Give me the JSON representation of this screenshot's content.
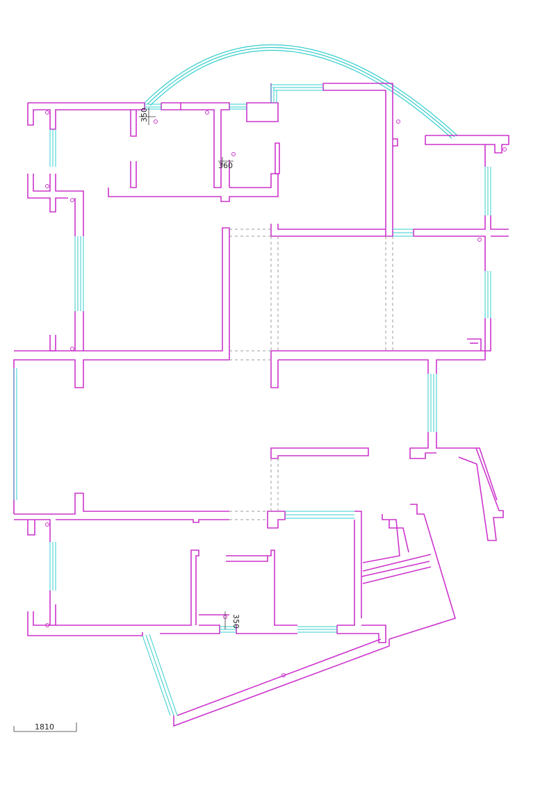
{
  "colors": {
    "wall": "#cc33cc",
    "window": "#33cccc",
    "dashed": "#999999",
    "text": "#222222",
    "background": "#ffffff"
  },
  "dimensions": {
    "scale_bar": "1810",
    "label_a": "350",
    "label_b": "360",
    "label_c": "350"
  }
}
